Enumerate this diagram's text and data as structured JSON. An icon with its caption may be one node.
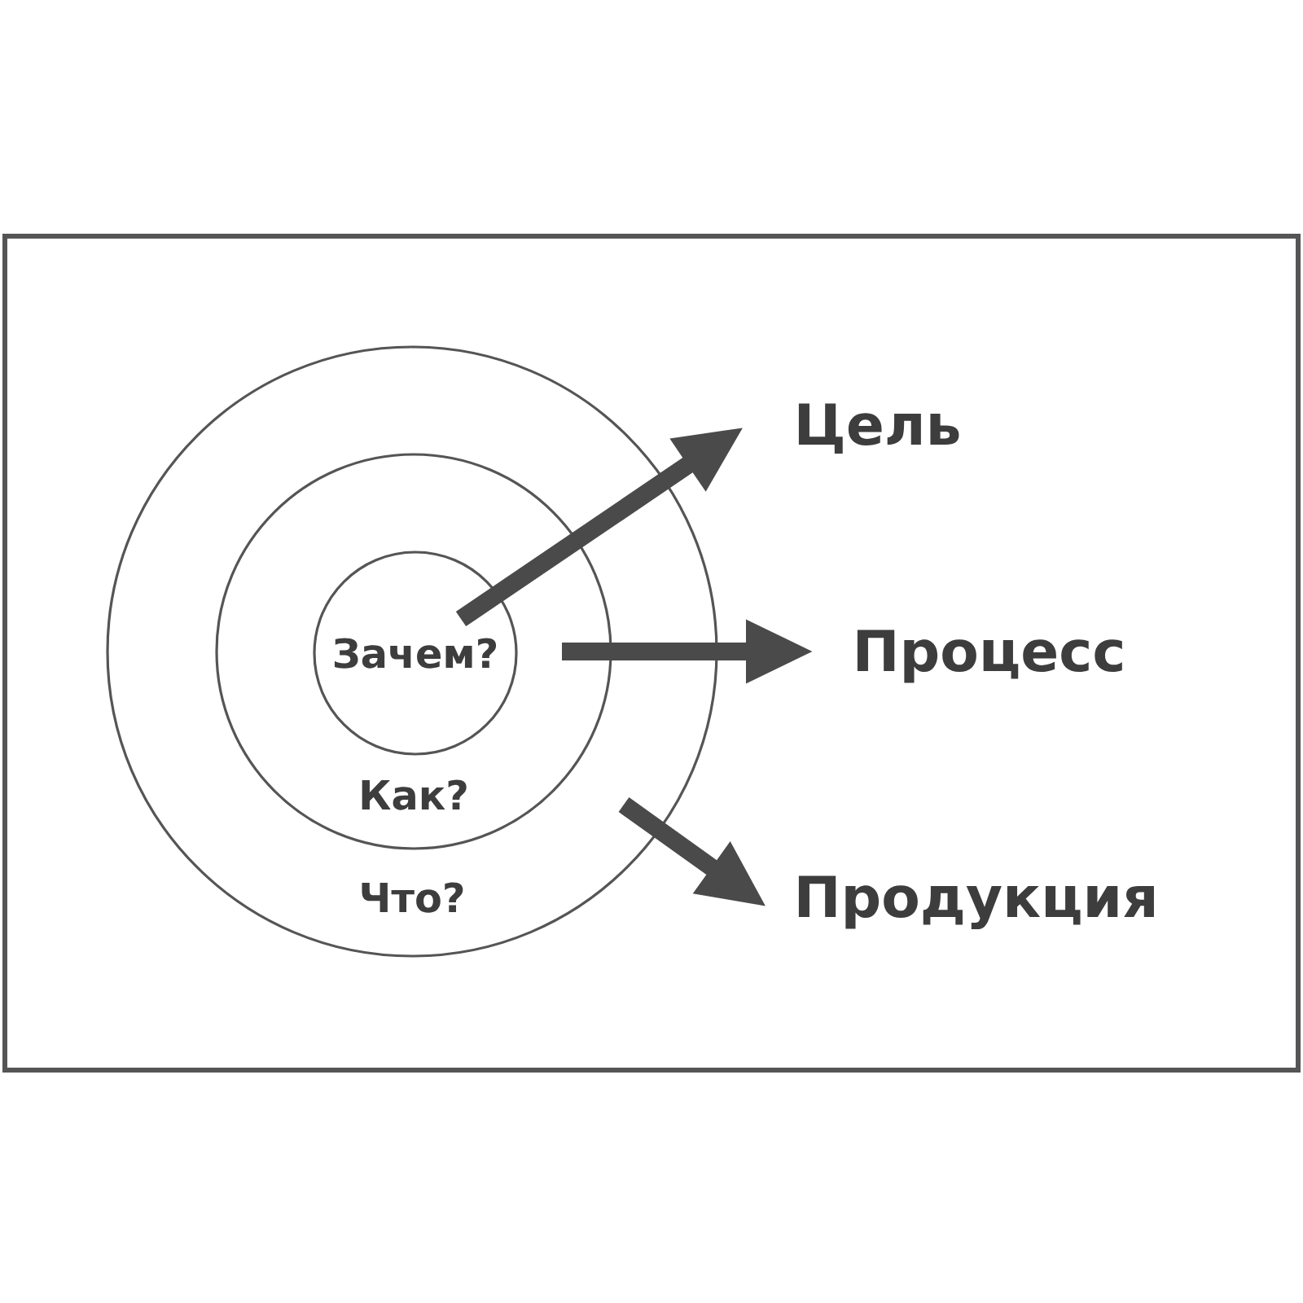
{
  "diagram": {
    "nodes": [
      {
        "text": [
          "Что?"
        ]
      },
      {
        "text": [
          "Как?"
        ],
        "in": 0
      },
      {
        "text": [
          "Зачем?"
        ],
        "in": 1
      },
      {
        "text": [
          "Цель"
        ]
      },
      {
        "text": [
          "Процесс"
        ]
      },
      {
        "text": [
          "Продукция"
        ]
      }
    ],
    "edges": [
      {
        "from": 2,
        "to": 3,
        "arrow": "to"
      },
      {
        "from": 1,
        "to": 4,
        "arrow": "to"
      },
      {
        "from": 0,
        "to": 5,
        "arrow": "to"
      }
    ]
  }
}
